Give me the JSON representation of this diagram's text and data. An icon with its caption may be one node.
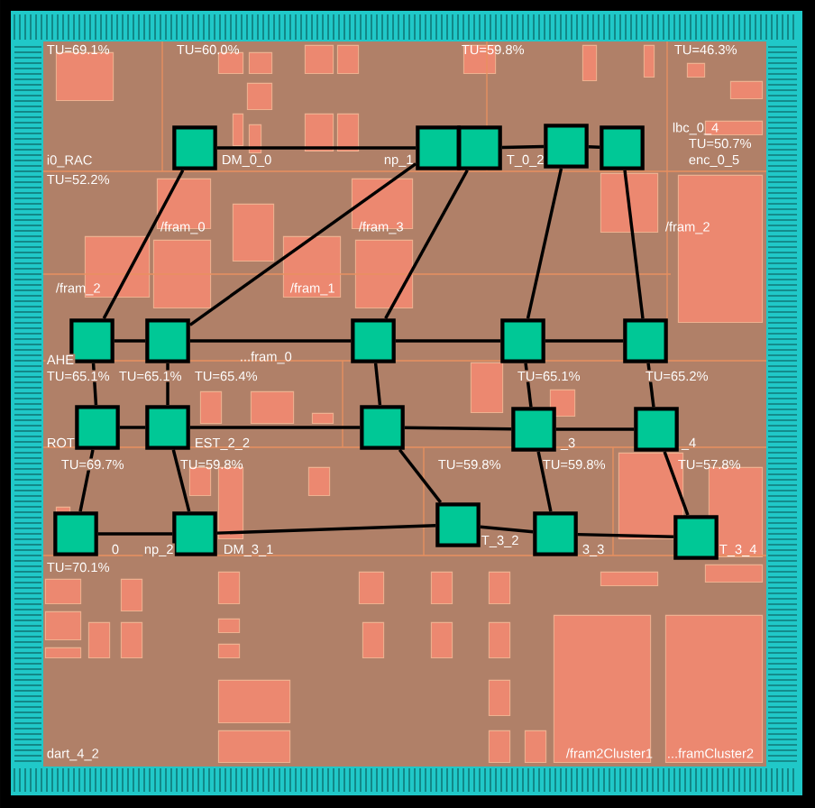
{
  "diagram": {
    "nodes": [
      {
        "text": [],
        "shape": "box"
      },
      {
        "text": [],
        "shape": "box"
      },
      {
        "text": [],
        "shape": "box"
      },
      {
        "text": [],
        "shape": "box"
      },
      {
        "text": [],
        "shape": "box"
      },
      {
        "text": [],
        "shape": "box"
      },
      {
        "text": [],
        "shape": "box"
      },
      {
        "text": [],
        "shape": "box"
      },
      {
        "text": [],
        "shape": "box"
      },
      {
        "text": [],
        "shape": "box"
      },
      {
        "text": [],
        "shape": "box"
      },
      {
        "text": [],
        "shape": "box"
      },
      {
        "text": [],
        "shape": "box"
      },
      {
        "text": [],
        "shape": "box"
      },
      {
        "text": [],
        "shape": "box"
      },
      {
        "text": [],
        "shape": "box"
      },
      {
        "text": [],
        "shape": "box"
      },
      {
        "text": [],
        "shape": "box"
      },
      {
        "text": [],
        "shape": "box"
      },
      {
        "text": [],
        "shape": "box"
      }
    ],
    "edges": [
      {
        "from": 0,
        "to": 1,
        "arrow": "none"
      },
      {
        "from": 2,
        "to": 3,
        "arrow": "none"
      },
      {
        "from": 3,
        "to": 4,
        "arrow": "none"
      },
      {
        "from": 0,
        "to": 5,
        "arrow": "none"
      },
      {
        "from": 1,
        "to": 6,
        "arrow": "none"
      },
      {
        "from": 2,
        "to": 7,
        "arrow": "none"
      },
      {
        "from": 3,
        "to": 8,
        "arrow": "none"
      },
      {
        "from": 4,
        "to": 9,
        "arrow": "none"
      },
      {
        "from": 5,
        "to": 6,
        "arrow": "none"
      },
      {
        "from": 6,
        "to": 7,
        "arrow": "none"
      },
      {
        "from": 7,
        "to": 8,
        "arrow": "none"
      },
      {
        "from": 8,
        "to": 9,
        "arrow": "none"
      },
      {
        "from": 5,
        "to": 10,
        "arrow": "none"
      },
      {
        "from": 6,
        "to": 11,
        "arrow": "none"
      },
      {
        "from": 7,
        "to": 12,
        "arrow": "none"
      },
      {
        "from": 8,
        "to": 13,
        "arrow": "none"
      },
      {
        "from": 9,
        "to": 14,
        "arrow": "none"
      },
      {
        "from": 10,
        "to": 11,
        "arrow": "none"
      },
      {
        "from": 11,
        "to": 12,
        "arrow": "none"
      },
      {
        "from": 12,
        "to": 13,
        "arrow": "none"
      },
      {
        "from": 13,
        "to": 14,
        "arrow": "none"
      },
      {
        "from": 10,
        "to": 15,
        "arrow": "none"
      },
      {
        "from": 11,
        "to": 16,
        "arrow": "none"
      },
      {
        "from": 12,
        "to": 17,
        "arrow": "none"
      },
      {
        "from": 13,
        "to": 18,
        "arrow": "none"
      },
      {
        "from": 14,
        "to": 19,
        "arrow": "none"
      },
      {
        "from": 15,
        "to": 16,
        "arrow": "none"
      },
      {
        "from": 16,
        "to": 17,
        "arrow": "none"
      },
      {
        "from": 17,
        "to": 18,
        "arrow": "none"
      },
      {
        "from": 18,
        "to": 19,
        "arrow": "none"
      }
    ],
    "labels": [
      "TU=69.1%",
      "TU=60.0%",
      "TU=59.8%",
      "TU=46.3%",
      "lbc_0_4",
      "TU=50.7%",
      "i0_RAC",
      "DM_0_0",
      "np_1",
      "T_0_2",
      "enc_0_5",
      "TU=52.2%",
      "/fram_0",
      "/fram_3",
      "/fram_2",
      "/fram_2",
      "/fram_1",
      "AHE",
      "...fram_0",
      "TU=65.1%",
      "TU=65.1%",
      "TU=65.4%",
      "TU=65.1%",
      "TU=65.2%",
      "ROT",
      "EST_2_2",
      "_3",
      "_4",
      "TU=69.7%",
      "TU=59.8%",
      "TU=59.8%",
      "TU=59.8%",
      "TU=57.8%",
      "0",
      "np_2",
      "DM_3_1",
      "T_3_2",
      "3_3",
      "T_3_4",
      "TU=70.1%",
      "dart_4_2",
      "/fram2Cluster1",
      "...framCluster2"
    ]
  }
}
